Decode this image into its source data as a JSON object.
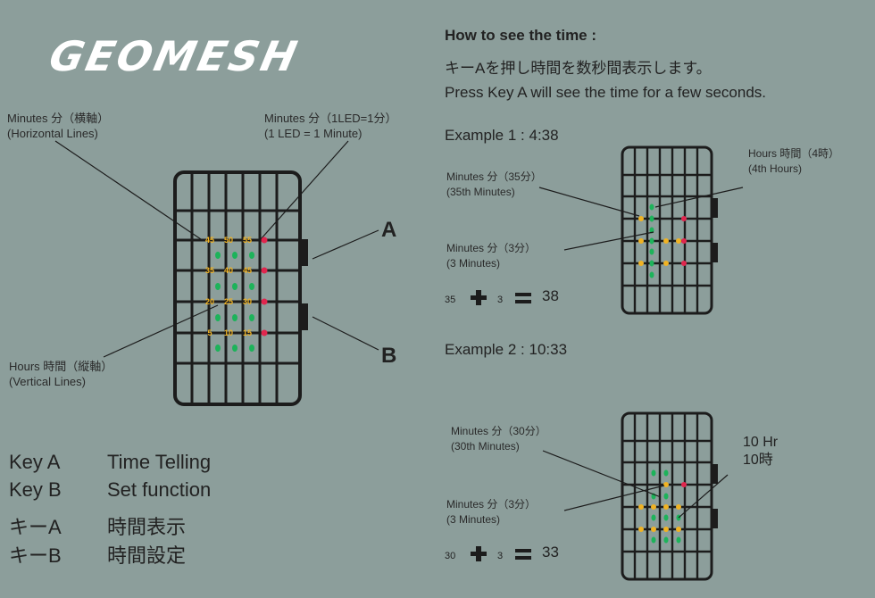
{
  "logo": "GEOMESH",
  "main_diagram": {
    "label_top_left_1": "Minutes 分（横軸）",
    "label_top_left_2": "(Horizontal Lines)",
    "label_top_right_1": "Minutes 分（1LED=1分）",
    "label_top_right_2": "(1 LED = 1 Minute)",
    "label_bottom_left_1": "Hours 時間（縦軸）",
    "label_bottom_left_2": "(Vertical Lines)",
    "key_a": "A",
    "key_b": "B",
    "row1": [
      "45",
      "50",
      "55"
    ],
    "row2": [
      "35",
      "40",
      "45"
    ],
    "row3": [
      "20",
      "25",
      "30"
    ],
    "row4": [
      "5",
      "10",
      "15"
    ]
  },
  "legend": [
    {
      "key": "Key A",
      "desc": "Time Telling"
    },
    {
      "key": "Key B",
      "desc": "Set function"
    },
    {
      "key": "キーA",
      "desc": "時間表示"
    },
    {
      "key": "キーB",
      "desc": "時間設定"
    }
  ],
  "how": {
    "title": "How to see the time :",
    "line_jp": "キーAを押し時間を数秒間表示します。",
    "line_en": "Press Key A will see the time for a few seconds."
  },
  "example1": {
    "title": "Example 1 :  4:38",
    "label_min1_1": "Minutes 分（35分）",
    "label_min1_2": "(35th Minutes)",
    "label_min2_1": "Minutes 分（3分）",
    "label_min2_2": "(3 Minutes)",
    "label_hr_1": "Hours 時間（4時）",
    "label_hr_2": "(4th Hours)",
    "eq_a": "35",
    "eq_b": "3",
    "eq_c": "38"
  },
  "example2": {
    "title": "Example 2 :  10:33",
    "label_min1_1": "Minutes 分（30分）",
    "label_min1_2": "(30th Minutes)",
    "label_min2_1": "Minutes 分（3分）",
    "label_min2_2": "(3 Minutes)",
    "label_hr_1": "10 Hr",
    "label_hr_2": "10時",
    "eq_a": "30",
    "eq_b": "3",
    "eq_c": "33"
  },
  "colors": {
    "background": "#8c9e9b",
    "led_green": "#1db35a",
    "led_yellow": "#f0b323",
    "led_red": "#e0264e",
    "grid": "#1c1c1c"
  }
}
